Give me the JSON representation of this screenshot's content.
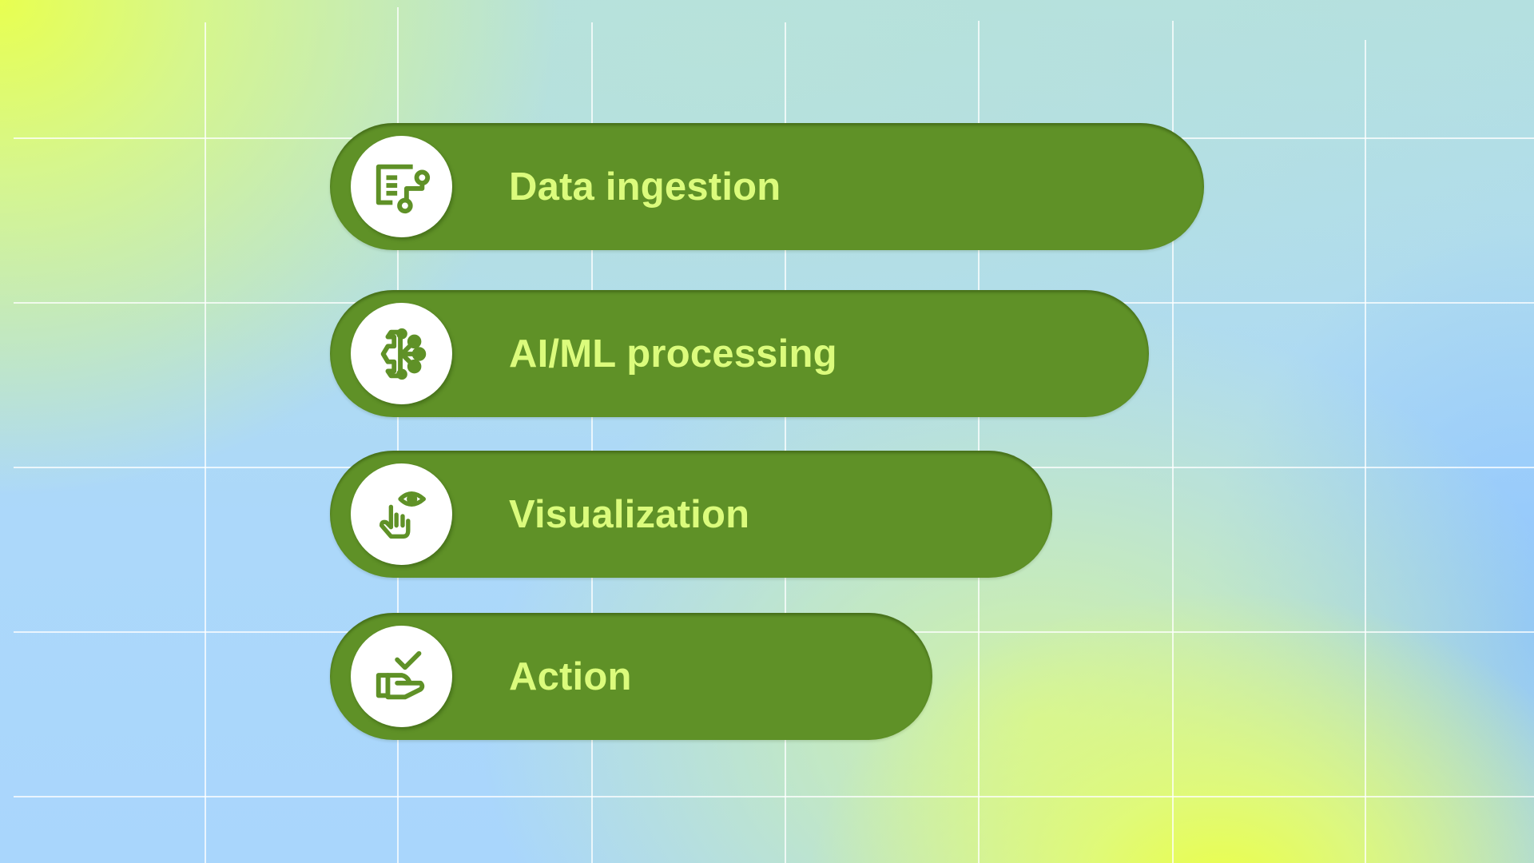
{
  "colors": {
    "pill": "#5f9127",
    "label": "#dbfb7c",
    "icon": "#5f9127",
    "icon_bg": "#ffffff",
    "bg_yellow": "#e6ff55",
    "bg_blue": "#acd8fb"
  },
  "steps": [
    {
      "label": "Data ingestion",
      "icon": "data-flow-icon"
    },
    {
      "label": "AI/ML processing",
      "icon": "brain-network-icon"
    },
    {
      "label": "Visualization",
      "icon": "eye-hand-icon"
    },
    {
      "label": "Action",
      "icon": "hand-check-icon"
    }
  ]
}
